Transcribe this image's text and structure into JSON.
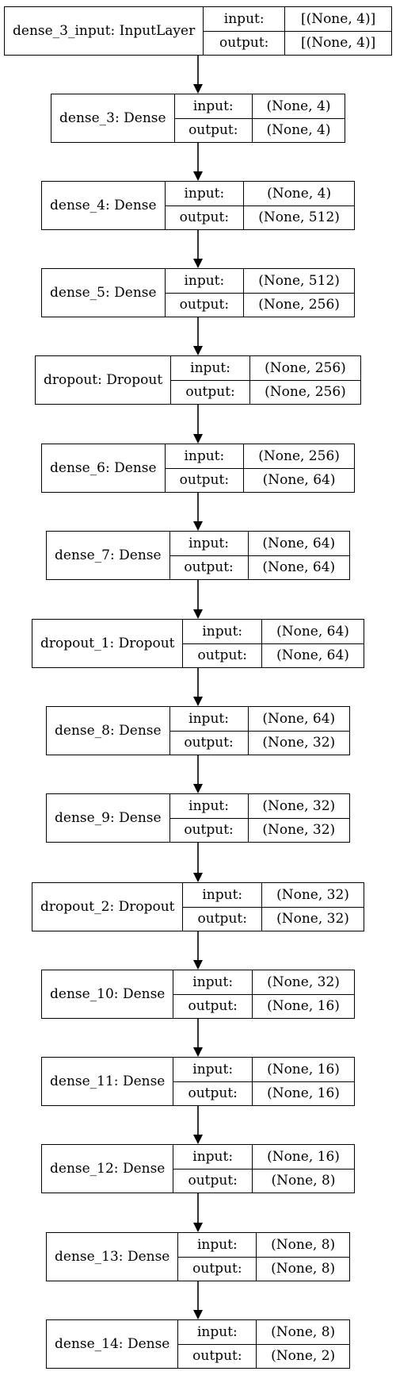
{
  "diagram": {
    "nodes": [
      {
        "name": "dense_3_input: InputLayer",
        "input_label": "input:",
        "input_shape": "[(None, 4)]",
        "output_label": "output:",
        "output_shape": "[(None, 4)]"
      },
      {
        "name": "dense_3: Dense",
        "input_label": "input:",
        "input_shape": "(None, 4)",
        "output_label": "output:",
        "output_shape": "(None, 4)"
      },
      {
        "name": "dense_4: Dense",
        "input_label": "input:",
        "input_shape": "(None, 4)",
        "output_label": "output:",
        "output_shape": "(None, 512)"
      },
      {
        "name": "dense_5: Dense",
        "input_label": "input:",
        "input_shape": "(None, 512)",
        "output_label": "output:",
        "output_shape": "(None, 256)"
      },
      {
        "name": "dropout: Dropout",
        "input_label": "input:",
        "input_shape": "(None, 256)",
        "output_label": "output:",
        "output_shape": "(None, 256)"
      },
      {
        "name": "dense_6: Dense",
        "input_label": "input:",
        "input_shape": "(None, 256)",
        "output_label": "output:",
        "output_shape": "(None, 64)"
      },
      {
        "name": "dense_7: Dense",
        "input_label": "input:",
        "input_shape": "(None, 64)",
        "output_label": "output:",
        "output_shape": "(None, 64)"
      },
      {
        "name": "dropout_1: Dropout",
        "input_label": "input:",
        "input_shape": "(None, 64)",
        "output_label": "output:",
        "output_shape": "(None, 64)"
      },
      {
        "name": "dense_8: Dense",
        "input_label": "input:",
        "input_shape": "(None, 64)",
        "output_label": "output:",
        "output_shape": "(None, 32)"
      },
      {
        "name": "dense_9: Dense",
        "input_label": "input:",
        "input_shape": "(None, 32)",
        "output_label": "output:",
        "output_shape": "(None, 32)"
      },
      {
        "name": "dropout_2: Dropout",
        "input_label": "input:",
        "input_shape": "(None, 32)",
        "output_label": "output:",
        "output_shape": "(None, 32)"
      },
      {
        "name": "dense_10: Dense",
        "input_label": "input:",
        "input_shape": "(None, 32)",
        "output_label": "output:",
        "output_shape": "(None, 16)"
      },
      {
        "name": "dense_11: Dense",
        "input_label": "input:",
        "input_shape": "(None, 16)",
        "output_label": "output:",
        "output_shape": "(None, 16)"
      },
      {
        "name": "dense_12: Dense",
        "input_label": "input:",
        "input_shape": "(None, 16)",
        "output_label": "output:",
        "output_shape": "(None, 8)"
      },
      {
        "name": "dense_13: Dense",
        "input_label": "input:",
        "input_shape": "(None, 8)",
        "output_label": "output:",
        "output_shape": "(None, 8)"
      },
      {
        "name": "dense_14: Dense",
        "input_label": "input:",
        "input_shape": "(None, 8)",
        "output_label": "output:",
        "output_shape": "(None, 2)"
      }
    ]
  }
}
